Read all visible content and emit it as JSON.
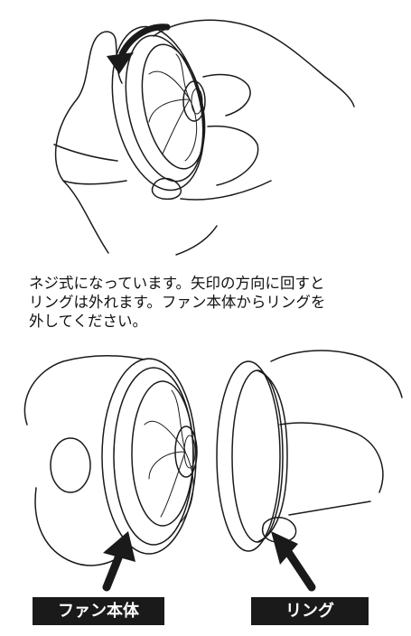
{
  "instruction_text": "ネジ式になっています。矢印の方向に回すと\nリングは外れます。ファン本体からリングを\n外してください。",
  "labels": {
    "fan_body": "ファン本体",
    "ring": "リング"
  },
  "colors": {
    "line": "#1a1a1a",
    "label_background": "#1a1a1a",
    "label_text": "#ffffff",
    "background": "#ffffff"
  },
  "icons": [
    "rotation-arrow-icon",
    "pointer-arrow-icon"
  ]
}
